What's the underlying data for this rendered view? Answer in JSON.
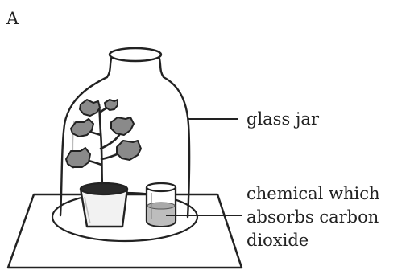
{
  "figure": {
    "panel_label": "A",
    "labels": {
      "glass_jar": "glass jar",
      "chemical_line1": "chemical which",
      "chemical_line2": "absorbs carbon",
      "chemical_line3": "dioxide"
    }
  },
  "colors": {
    "ink": "#222222",
    "leaf_fill": "#8a8a8a",
    "pot_fill": "#f2f2f2",
    "soil": "#2a2a2a",
    "background": "#ffffff"
  }
}
